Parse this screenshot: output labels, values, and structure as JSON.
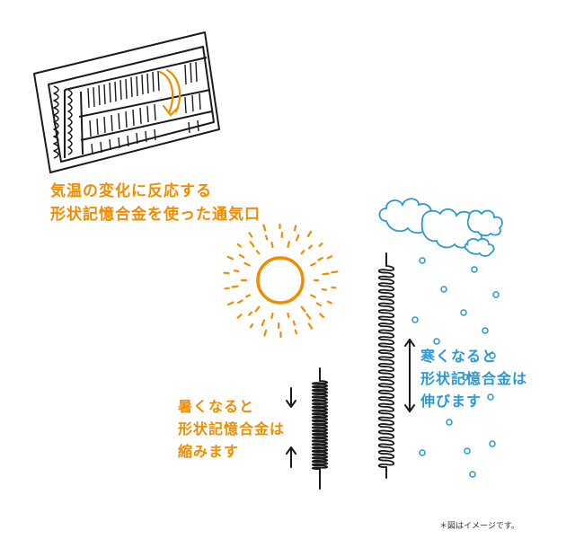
{
  "vent_caption": {
    "line1": "気温の変化に反応する",
    "line2": "形状記憶合金を使った通気口"
  },
  "hot_caption": {
    "line1": "暑くなると",
    "line2": "形状記憶合金は",
    "line3": "縮みます"
  },
  "cold_caption": {
    "line1": "寒くなると",
    "line2": "形状記憶合金は",
    "line3": "伸びます"
  },
  "footnote": "＊図はイメージです。",
  "colors": {
    "orange": "#f08c00",
    "blue": "#2a98d4",
    "ink": "#1a1a1a"
  },
  "icons": [
    "vent-icon",
    "sun-icon",
    "cloud-icon",
    "spring-icon",
    "arrow-icon",
    "raindrop-icon"
  ]
}
